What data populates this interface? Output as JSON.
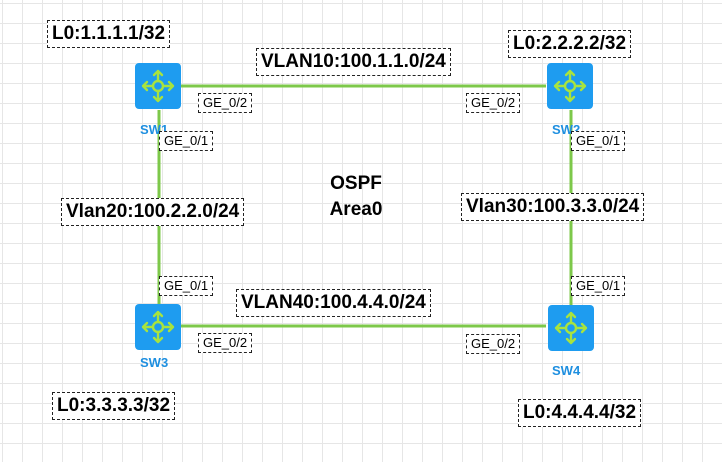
{
  "colors": {
    "link": "#7dc84a",
    "switch": "#1e9cf0",
    "switch_label": "#1e8fe0"
  },
  "switches": {
    "sw1": {
      "label": "SW1",
      "loopback": "L0:1.1.1.1/32",
      "icon": "l3-switch-icon"
    },
    "sw2": {
      "label": "SW2",
      "loopback": "L0:2.2.2.2/32",
      "icon": "l3-switch-icon"
    },
    "sw3": {
      "label": "SW3",
      "loopback": "L0:3.3.3.3/32",
      "icon": "l3-switch-icon"
    },
    "sw4": {
      "label": "SW4",
      "loopback": "L0:4.4.4.4/32",
      "icon": "l3-switch-icon"
    }
  },
  "links": {
    "vlan10": {
      "label": "VLAN10:100.1.1.0/24",
      "port_a": "GE_0/2",
      "port_b": "GE_0/2"
    },
    "vlan20": {
      "label": "Vlan20:100.2.2.0/24",
      "port_a": "GE_0/1",
      "port_b": "GE_0/1"
    },
    "vlan30": {
      "label": "Vlan30:100.3.3.0/24",
      "port_a": "GE_0/1",
      "port_b": "GE_0/1"
    },
    "vlan40": {
      "label": "VLAN40:100.4.4.0/24",
      "port_a": "GE_0/2",
      "port_b": "GE_0/2"
    }
  },
  "area": {
    "line1": "OSPF",
    "line2": "Area0"
  }
}
